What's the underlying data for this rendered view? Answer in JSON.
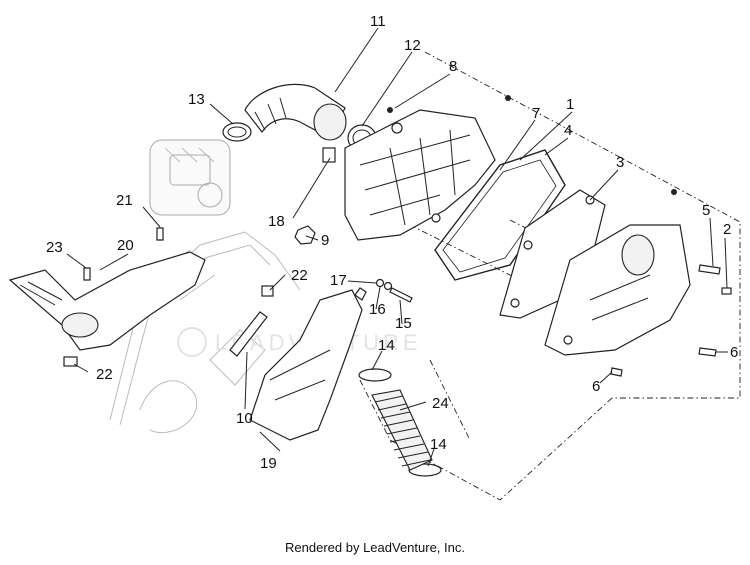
{
  "watermark": "LEADVENTURE",
  "footer": "Rendered by LeadVenture, Inc.",
  "callouts": {
    "c1": "1",
    "c2": "2",
    "c3": "3",
    "c4": "4",
    "c5": "5",
    "c6a": "6",
    "c6b": "6",
    "c7": "7",
    "c8": "8",
    "c9": "9",
    "c10": "10",
    "c11": "11",
    "c12": "12",
    "c13": "13",
    "c14a": "14",
    "c14b": "14",
    "c15": "15",
    "c16": "16",
    "c17": "17",
    "c18": "18",
    "c19": "19",
    "c20": "20",
    "c21": "21",
    "c22a": "22",
    "c22b": "22",
    "c23": "23",
    "c24": "24"
  }
}
